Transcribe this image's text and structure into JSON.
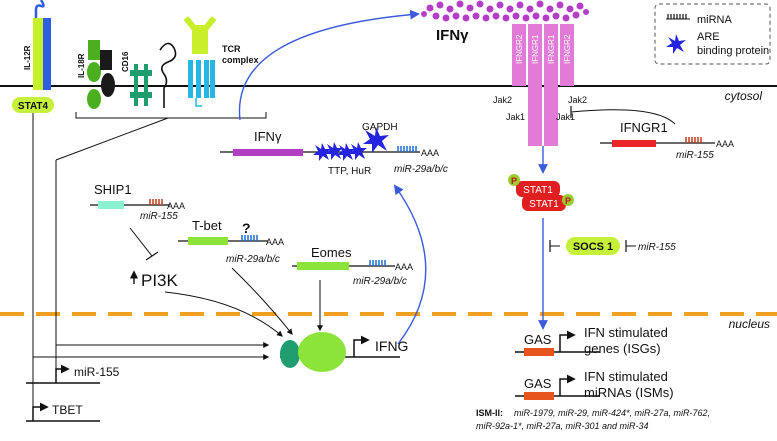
{
  "labels": {
    "ifng_top": "IFNγ",
    "cytosol": "cytosol",
    "nucleus": "nucleus",
    "il12r": "IL-12R",
    "il18r": "IL-18R",
    "cd16": "CD16",
    "tcr_line1": "TCR",
    "tcr_line2": "complex",
    "stat4": "STAT4",
    "jak2_left": "Jak2",
    "jak2_right": "Jak2",
    "jak1_left": "Jak1",
    "jak1_right": "Jak1",
    "ifngr2_left": "IFNGR2",
    "ifngr1_left": "IFNGR1",
    "ifngr1_right": "IFNGR1",
    "ifngr2_right": "IFNGR2",
    "legend_mirna": "miRNA",
    "legend_are_line1": "ARE",
    "legend_are_line2": "binding protein",
    "ifng_mrna": "IFNγ",
    "gapdh": "GAPDH",
    "ttp_hur": "TTP, HuR",
    "mir29_ifng": "miR-29a/b/c",
    "aaa_ifng": "AAA",
    "ifngr1_mrna": "IFNGR1",
    "mir155_ifngr1": "miR-155",
    "aaa_ifngr1": "AAA",
    "ship1": "SHIP1",
    "aaa_ship1": "AAA",
    "mir155_ship1": "miR-155",
    "tbet": "T-bet",
    "question": "?",
    "aaa_tbet": "AAA",
    "mir29_tbet": "miR-29a/b/c",
    "pi3k": "PI3K",
    "eomes": "Eomes",
    "aaa_eomes": "AAA",
    "mir29_eomes": "miR-29a/b/c",
    "stat1_a": "STAT1",
    "stat1_b": "STAT1",
    "p_left": "P",
    "p_right": "P",
    "socs1": "SOCS 1",
    "mir155_socs": "miR-155",
    "ifng_gene": "IFNG",
    "mir155_gene": "miR-155",
    "tbet_gene": "TBET",
    "gas1": "GAS",
    "gas2": "GAS",
    "isg_line1": "IFN stimulated",
    "isg_line2": "genes (ISGs)",
    "ism_line1": "IFN stimulated",
    "ism_line2": "miRNAs (ISMs)",
    "ism_prefix": "ISM-II:",
    "ism_list_line1": "miR-1979, miR-29, miR-424*, miR-27a, miR-762,",
    "ism_list_line2": "miR-92a-1*, miR-27a, miR-301 and miR-34"
  },
  "colors": {
    "arrow_blue": "#3b5bdb",
    "ifng_dots": "#b33fc6",
    "receptor_pink": "#e27ad8",
    "stat_red": "#e02020",
    "stat_green": "#9acd32",
    "socs_green": "#c6f03a",
    "gene_green": "#8ce43a",
    "gene_dark_green": "#1f9d6e",
    "gas_orange": "#e8541e",
    "nucleus_dash": "#f0a020",
    "ship1_teal": "#8cf0d2",
    "ifngr1_red": "#e8262a",
    "ifng_purple": "#b03fc4",
    "are_blue": "#2323e0",
    "mirna_blue": "#1e6bd6",
    "mirna_red": "#c03a20"
  }
}
